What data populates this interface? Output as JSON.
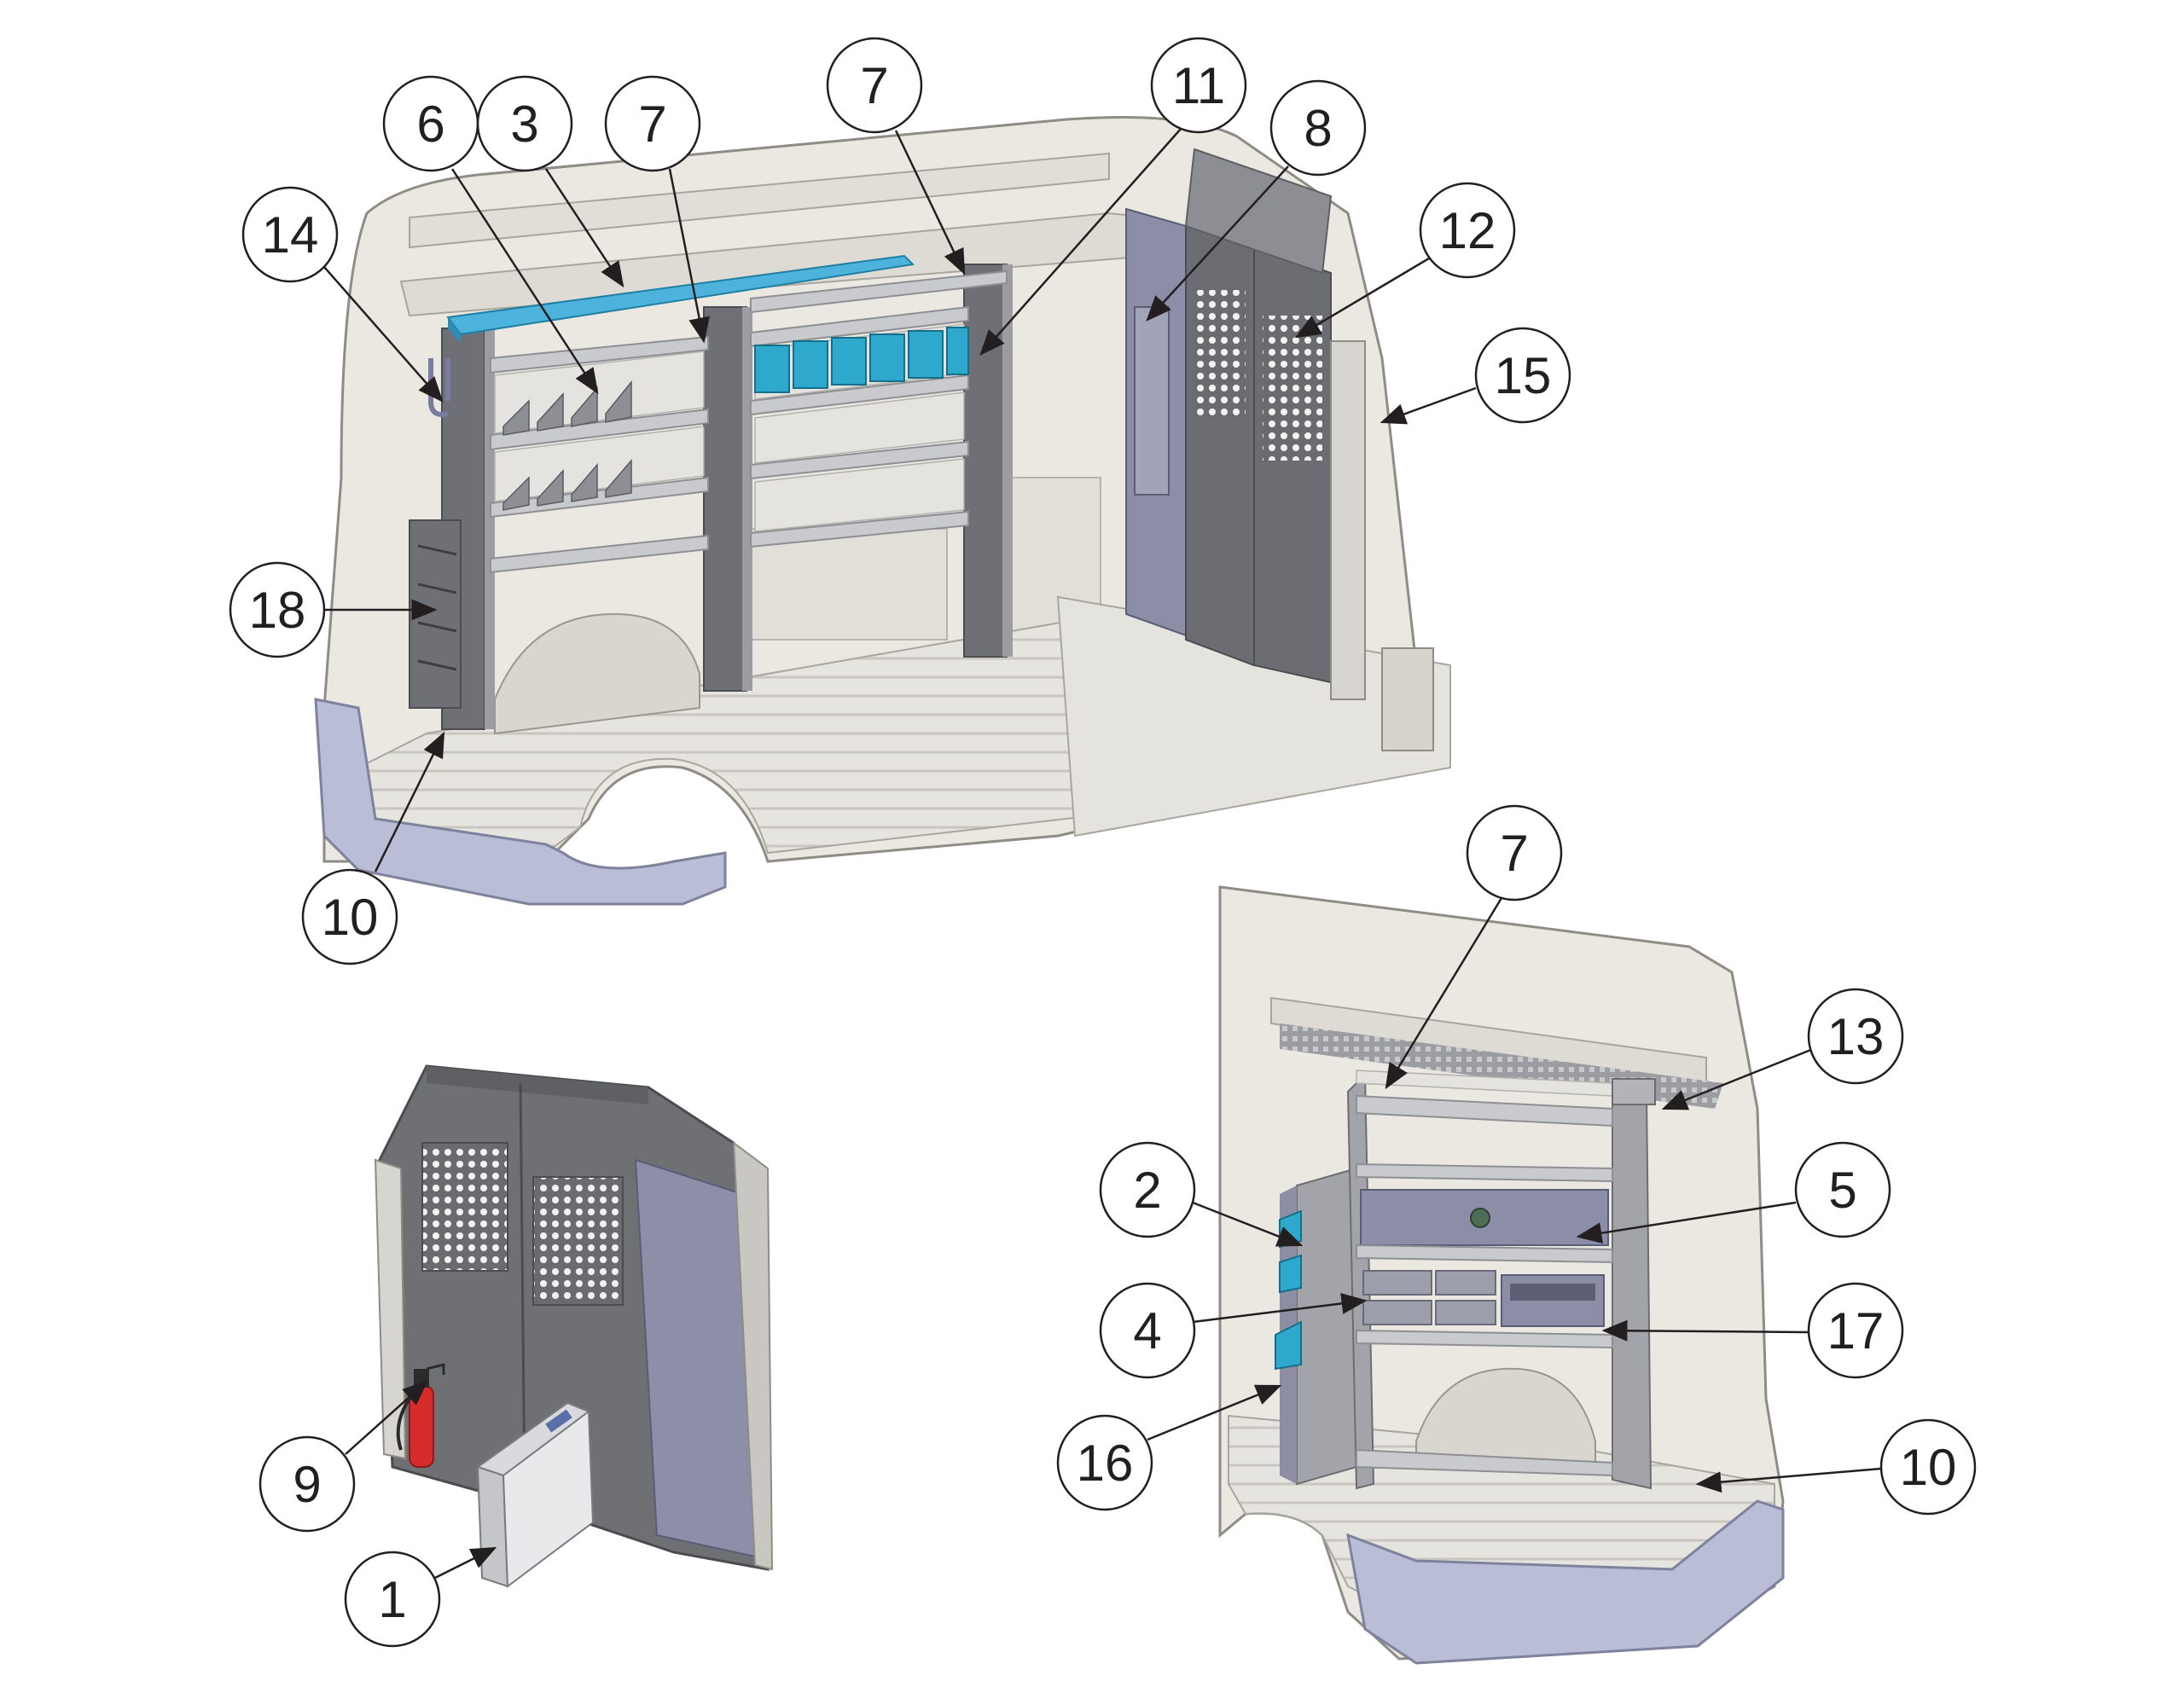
{
  "diagram": {
    "views": [
      {
        "name": "van-cargo-interior-driver-side"
      },
      {
        "name": "partition-bulkhead"
      },
      {
        "name": "van-cargo-interior-passenger-side"
      }
    ],
    "callouts": [
      {
        "id": "c14",
        "label": "14"
      },
      {
        "id": "c6",
        "label": "6"
      },
      {
        "id": "c3",
        "label": "3"
      },
      {
        "id": "c7a",
        "label": "7"
      },
      {
        "id": "c7b",
        "label": "7"
      },
      {
        "id": "c11",
        "label": "11"
      },
      {
        "id": "c8",
        "label": "8"
      },
      {
        "id": "c12",
        "label": "12"
      },
      {
        "id": "c15",
        "label": "15"
      },
      {
        "id": "c18",
        "label": "18"
      },
      {
        "id": "c10a",
        "label": "10"
      },
      {
        "id": "c7c",
        "label": "7"
      },
      {
        "id": "c13",
        "label": "13"
      },
      {
        "id": "c2",
        "label": "2"
      },
      {
        "id": "c5",
        "label": "5"
      },
      {
        "id": "c4",
        "label": "4"
      },
      {
        "id": "c17",
        "label": "17"
      },
      {
        "id": "c16",
        "label": "16"
      },
      {
        "id": "c10b",
        "label": "10"
      },
      {
        "id": "c9",
        "label": "9"
      },
      {
        "id": "c1",
        "label": "1"
      }
    ],
    "colors": {
      "van_body": "#ebe8e2",
      "van_outline": "#8f8c86",
      "floor": "#e3e1dc",
      "bumper": "#b9bdd6",
      "shelf_metal": "#b3b4b9",
      "shelf_dark": "#6f7076",
      "partition_panel": "#727376",
      "partition_blue": "#8b8ea6",
      "bin_teal": "#2ea8cc",
      "tray_blue": "#4db3dc",
      "extinguisher_red": "#d52b2b",
      "callout_line": "#231f20"
    }
  }
}
